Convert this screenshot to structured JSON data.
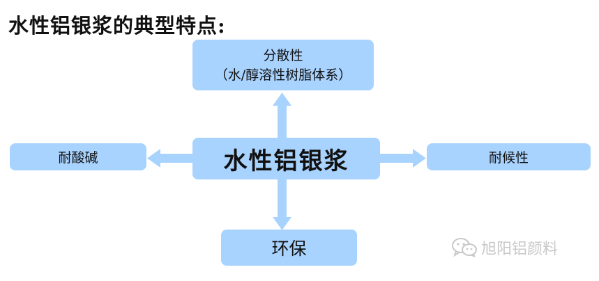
{
  "title": "水性铝银浆的典型特点:",
  "center": {
    "label": "水性铝银浆"
  },
  "top": {
    "line1": "分散性",
    "line2": "（水/醇溶性树脂体系）"
  },
  "left": {
    "label": "耐酸碱"
  },
  "right": {
    "label": "耐候性"
  },
  "bottom": {
    "label": "环保"
  },
  "watermark": {
    "text": "旭阳铝颜料",
    "icon": "wechat-icon"
  },
  "colors": {
    "box": "#a9d3ff",
    "arrow": "#a9d3ff",
    "text": "#111111",
    "watermark": "#c8c8c8"
  }
}
